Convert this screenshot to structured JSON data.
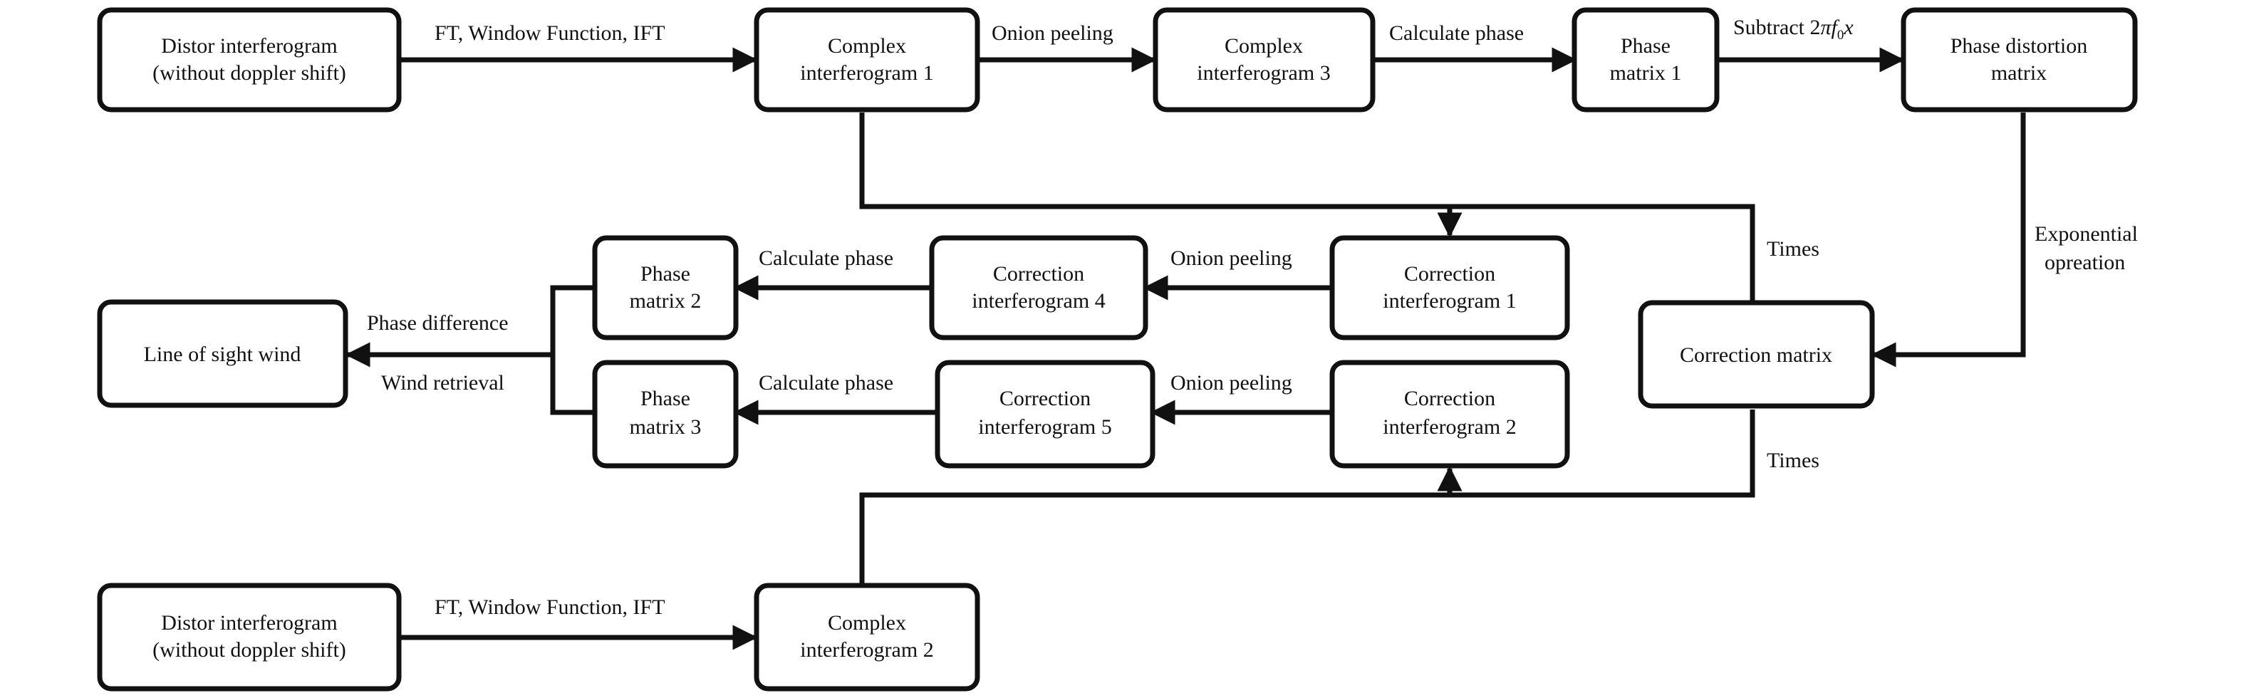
{
  "nodes": {
    "distor_top": [
      "Distor interferogram",
      "(without doppler shift)"
    ],
    "complex_1": [
      "Complex",
      "interferogram 1"
    ],
    "complex_3": [
      "Complex",
      "interferogram 3"
    ],
    "phase_matrix_1": [
      "Phase",
      "matrix 1"
    ],
    "phase_distortion_matrix": [
      "Phase distortion",
      "matrix"
    ],
    "correction_matrix": [
      "Correction matrix"
    ],
    "correction_1": [
      "Correction",
      "interferogram 1"
    ],
    "correction_4": [
      "Correction",
      "interferogram 4"
    ],
    "phase_matrix_2": [
      "Phase",
      "matrix 2"
    ],
    "correction_2": [
      "Correction",
      "interferogram 2"
    ],
    "correction_5": [
      "Correction",
      "interferogram 5"
    ],
    "phase_matrix_3": [
      "Phase",
      "matrix 3"
    ],
    "line_of_sight_wind": [
      "Line of sight wind"
    ],
    "distor_bottom": [
      "Distor interferogram",
      "(without doppler shift)"
    ],
    "complex_2": [
      "Complex",
      "interferogram 2"
    ]
  },
  "edges": {
    "ft_top": "FT, Window Function, IFT",
    "onion_top": "Onion peeling",
    "calc_phase_top": "Calculate phase",
    "subtract_prefix": "Subtract 2",
    "subtract_pi": "π",
    "subtract_f": "f",
    "subtract_sub": "0",
    "subtract_x": "x",
    "exponential_1": "Exponential",
    "exponential_2": "opreation",
    "times_top": "Times",
    "times_bottom": "Times",
    "onion_mid_1": "Onion peeling",
    "calc_phase_mid_1": "Calculate phase",
    "onion_mid_2": "Onion peeling",
    "calc_phase_mid_2": "Calculate phase",
    "phase_difference": "Phase difference",
    "wind_retrieval": "Wind retrieval",
    "ft_bottom": "FT, Window Function, IFT"
  }
}
